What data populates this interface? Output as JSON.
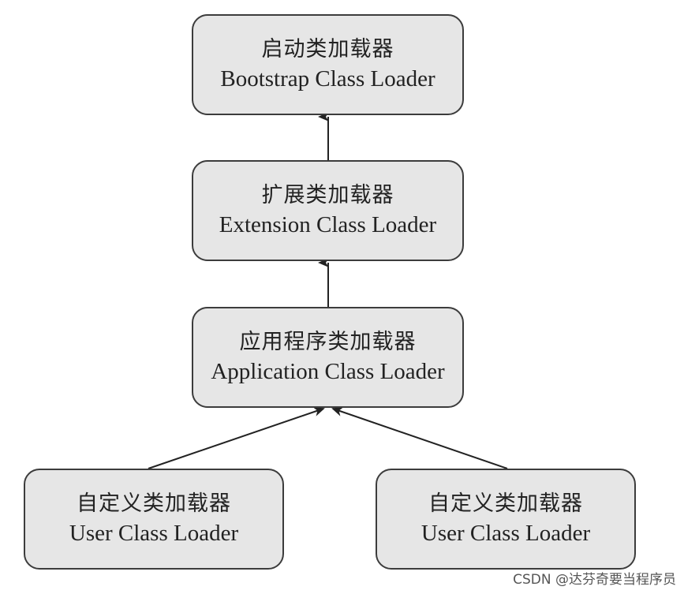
{
  "diagram": {
    "nodes": {
      "bootstrap": {
        "cn": "启动类加载器",
        "en": "Bootstrap Class Loader"
      },
      "extension": {
        "cn": "扩展类加载器",
        "en": "Extension Class Loader"
      },
      "application": {
        "cn": "应用程序类加载器",
        "en": "Application Class Loader"
      },
      "user_left": {
        "cn": "自定义类加载器",
        "en": "User Class Loader"
      },
      "user_right": {
        "cn": "自定义类加载器",
        "en": "User Class Loader"
      }
    },
    "edges": [
      {
        "from": "extension",
        "to": "bootstrap"
      },
      {
        "from": "application",
        "to": "extension"
      },
      {
        "from": "user_left",
        "to": "application"
      },
      {
        "from": "user_right",
        "to": "application"
      }
    ]
  },
  "watermark": "CSDN @达芬奇要当程序员",
  "colors": {
    "box_fill": "#e6e6e6",
    "box_border": "#3c3c3c",
    "arrow": "#222222",
    "text": "#222222"
  }
}
